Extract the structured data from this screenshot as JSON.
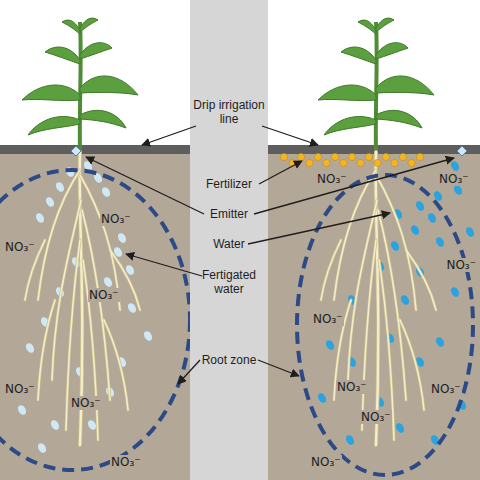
{
  "diagram": {
    "labels": [
      "Drip irrigation line",
      "Fertilizer",
      "Emitter",
      "Water",
      "Fertigated water",
      "Root zone",
      "NO₃⁻",
      "NO₃⁻",
      "NO₃⁻",
      "NO₃⁻",
      "NO₃⁻",
      "NO₃⁻",
      "NO₃⁻",
      "NO₃⁻",
      "NO₃⁻",
      "NO₃⁻",
      "NO₃⁻",
      "NO₃⁻",
      "NO₃⁻",
      "NO₃⁻"
    ]
  }
}
